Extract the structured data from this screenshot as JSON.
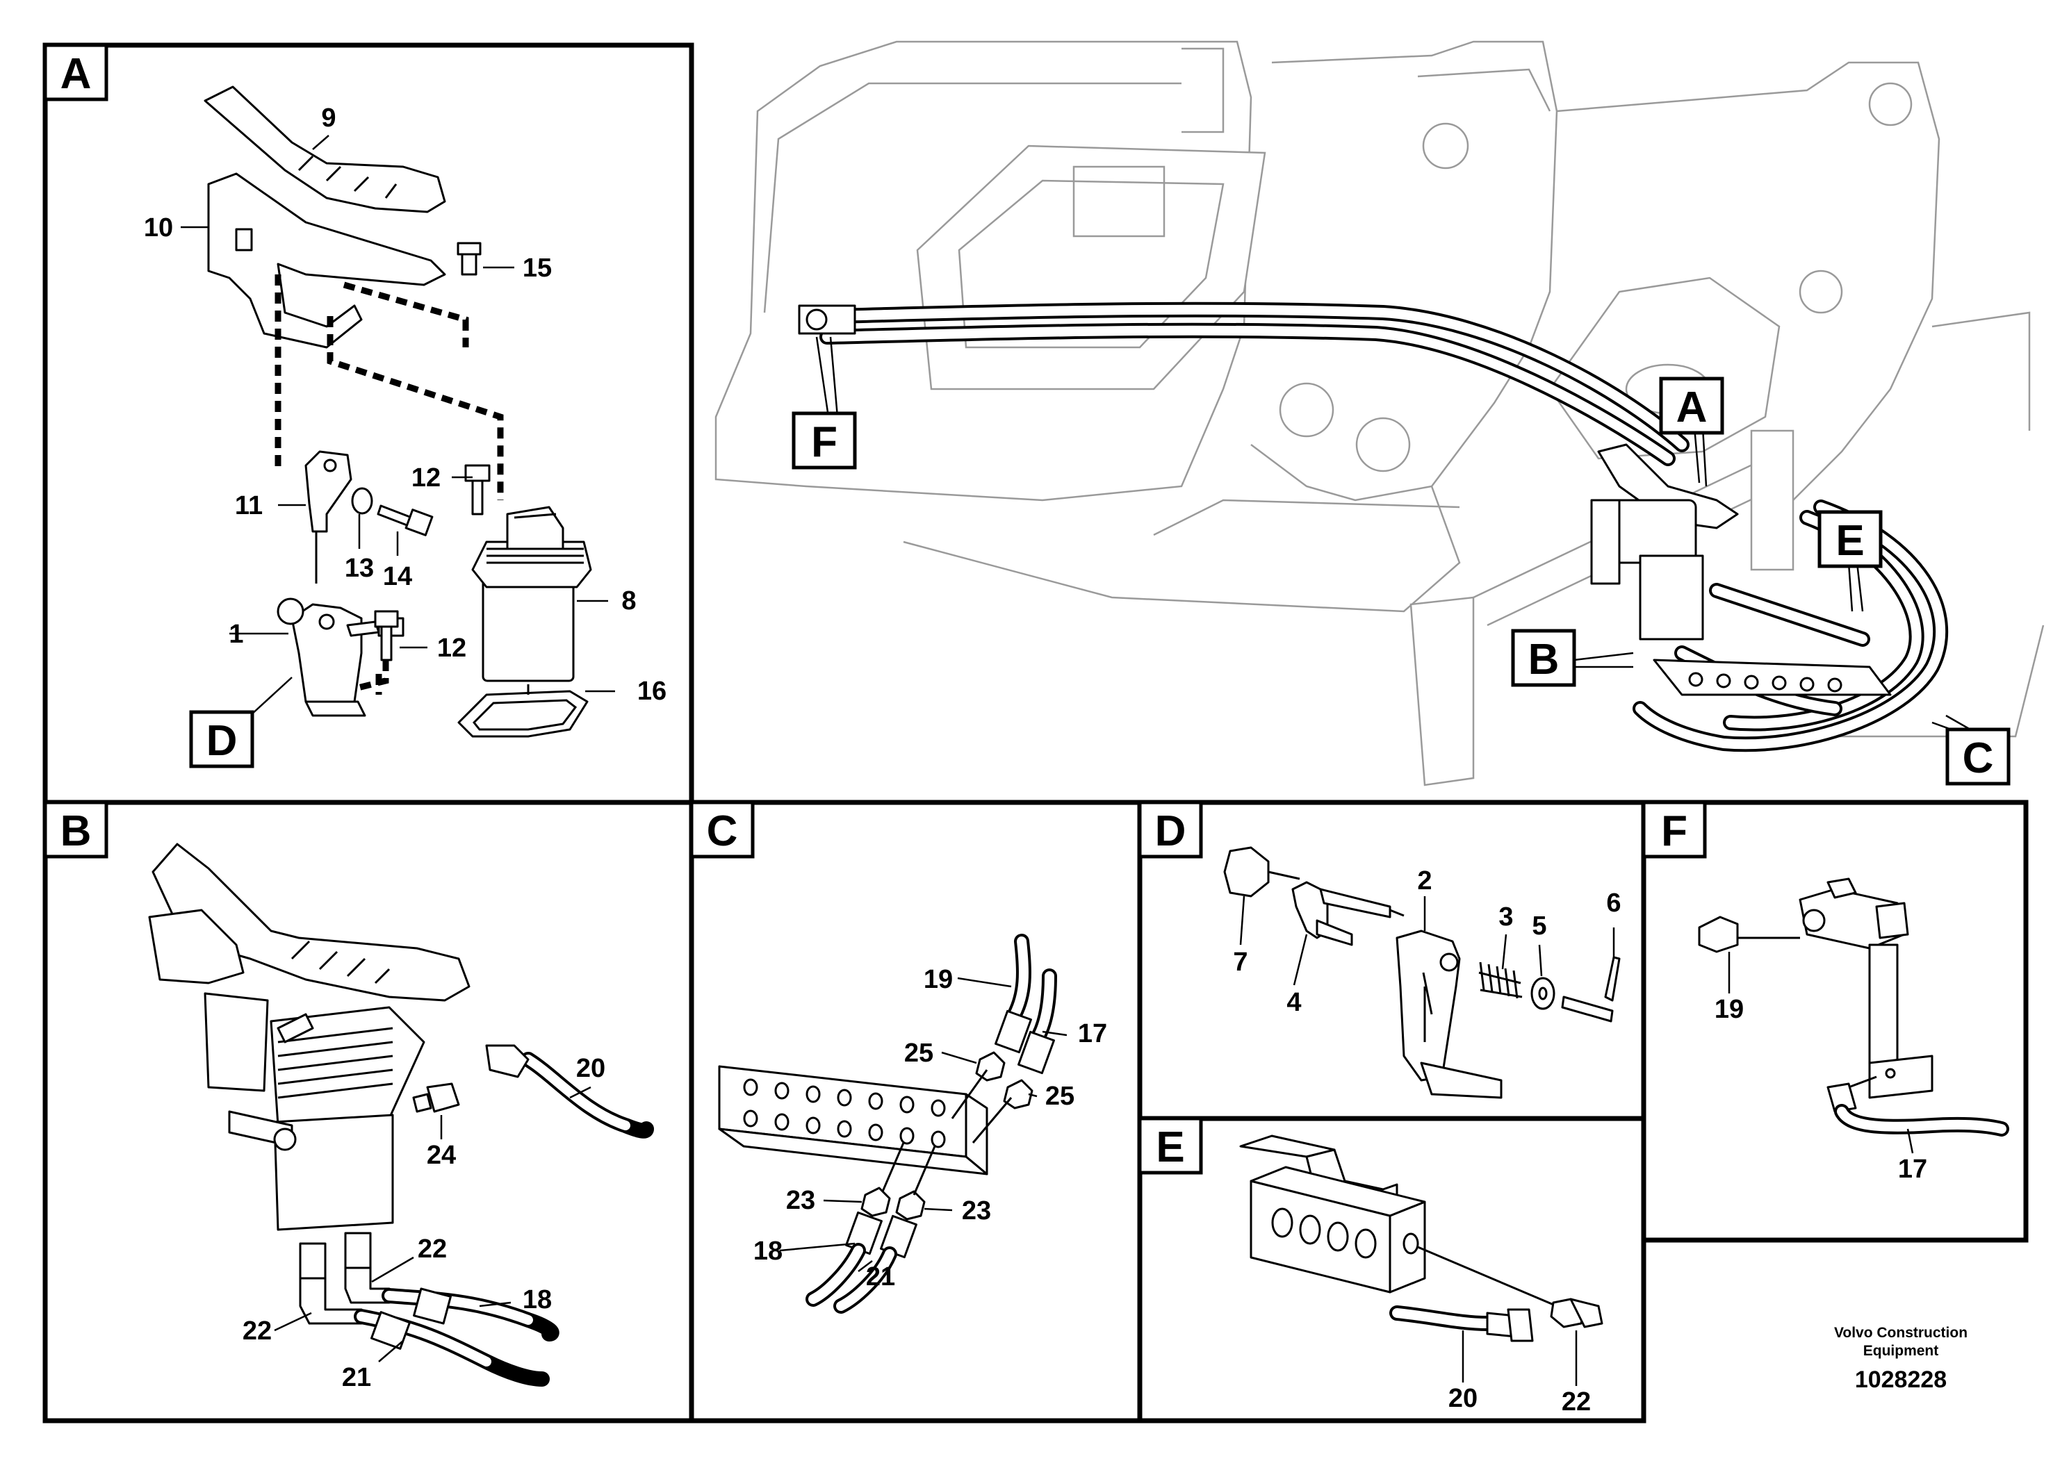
{
  "panels": {
    "A": {
      "letter": "A",
      "callouts": {
        "p9": "9",
        "p10": "10",
        "p15": "15",
        "p11": "11",
        "p12a": "12",
        "p13": "13",
        "p14": "14",
        "p8": "8",
        "p1": "1",
        "p12b": "12",
        "p16": "16"
      },
      "view_tag": "D"
    },
    "B": {
      "letter": "B",
      "callouts": {
        "p20": "20",
        "p24": "24",
        "p22a": "22",
        "p18": "18",
        "p22b": "22",
        "p21": "21"
      }
    },
    "C": {
      "letter": "C",
      "callouts": {
        "p19": "19",
        "p25a": "25",
        "p17": "17",
        "p25b": "25",
        "p23a": "23",
        "p23b": "23",
        "p18": "18",
        "p21": "21"
      }
    },
    "D": {
      "letter": "D",
      "callouts": {
        "p2": "2",
        "p3": "3",
        "p5": "5",
        "p6": "6",
        "p7": "7",
        "p4": "4"
      }
    },
    "E": {
      "letter": "E",
      "callouts": {
        "p20": "20",
        "p22": "22"
      }
    },
    "F": {
      "letter": "F",
      "callouts": {
        "p19": "19",
        "p17": "17"
      }
    }
  },
  "overview": {
    "tags": {
      "A": "A",
      "B": "B",
      "C": "C",
      "E": "E",
      "F": "F"
    }
  },
  "footer": {
    "company_line1": "Volvo Construction",
    "company_line2": "Equipment",
    "drawing_number": "1028228"
  },
  "colors": {
    "line": "#000000",
    "background_line": "#9a9a9a",
    "paper": "#ffffff"
  }
}
